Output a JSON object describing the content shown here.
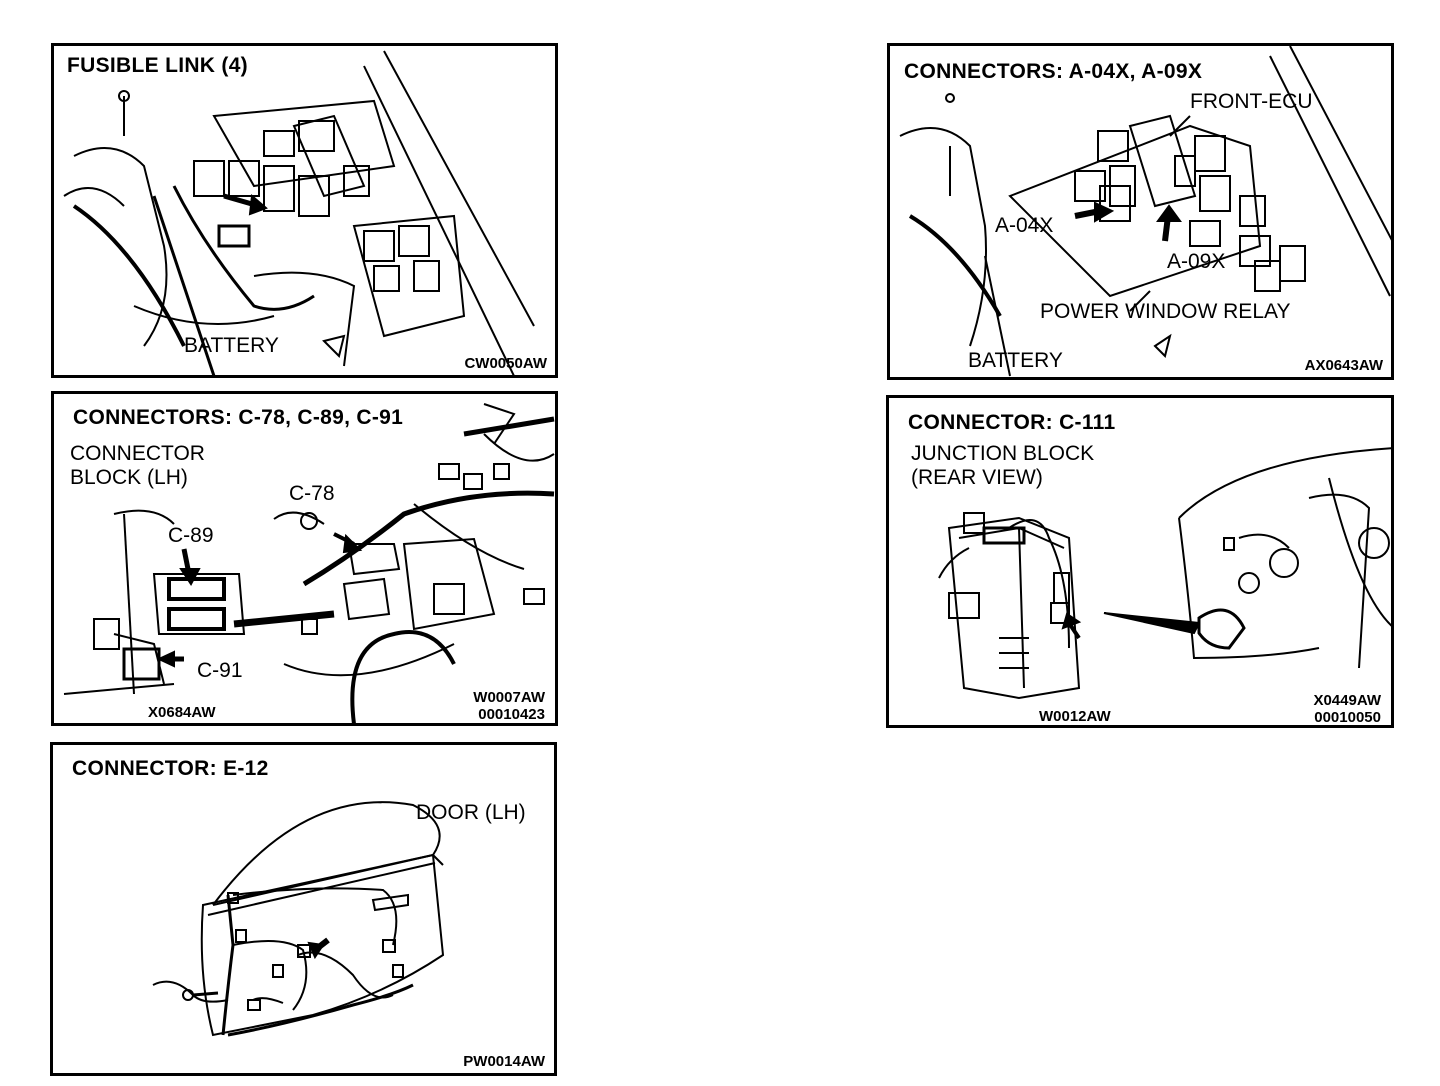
{
  "panels": {
    "fusible_link": {
      "title": "FUSIBLE LINK (4)",
      "labels": {
        "battery": "BATTERY"
      },
      "code": "CW0050AW"
    },
    "connectors_a": {
      "title": "CONNECTORS: A-04X, A-09X",
      "labels": {
        "front_ecu": "FRONT-ECU",
        "a04x": "A-04X",
        "a09x": "A-09X",
        "power_window_relay": "POWER WINDOW RELAY",
        "battery": "BATTERY"
      },
      "code": "AX0643AW"
    },
    "connectors_c": {
      "title": "CONNECTORS: C-78, C-89, C-91",
      "labels": {
        "connector_block_1": "CONNECTOR",
        "connector_block_2": "BLOCK (LH)",
        "c78": "C-78",
        "c89": "C-89",
        "c91": "C-91"
      },
      "code_left": "X0684AW",
      "code_right_1": "W0007AW",
      "code_right_2": "00010423"
    },
    "connector_c111": {
      "title": "CONNECTOR: C-111",
      "labels": {
        "junction_block_1": "JUNCTION BLOCK",
        "junction_block_2": "(REAR VIEW)"
      },
      "code_left": "W0012AW",
      "code_right_1": "X0449AW",
      "code_right_2": "00010050"
    },
    "connector_e12": {
      "title": "CONNECTOR: E-12",
      "labels": {
        "door_lh": "DOOR (LH)"
      },
      "code": "PW0014AW"
    }
  }
}
